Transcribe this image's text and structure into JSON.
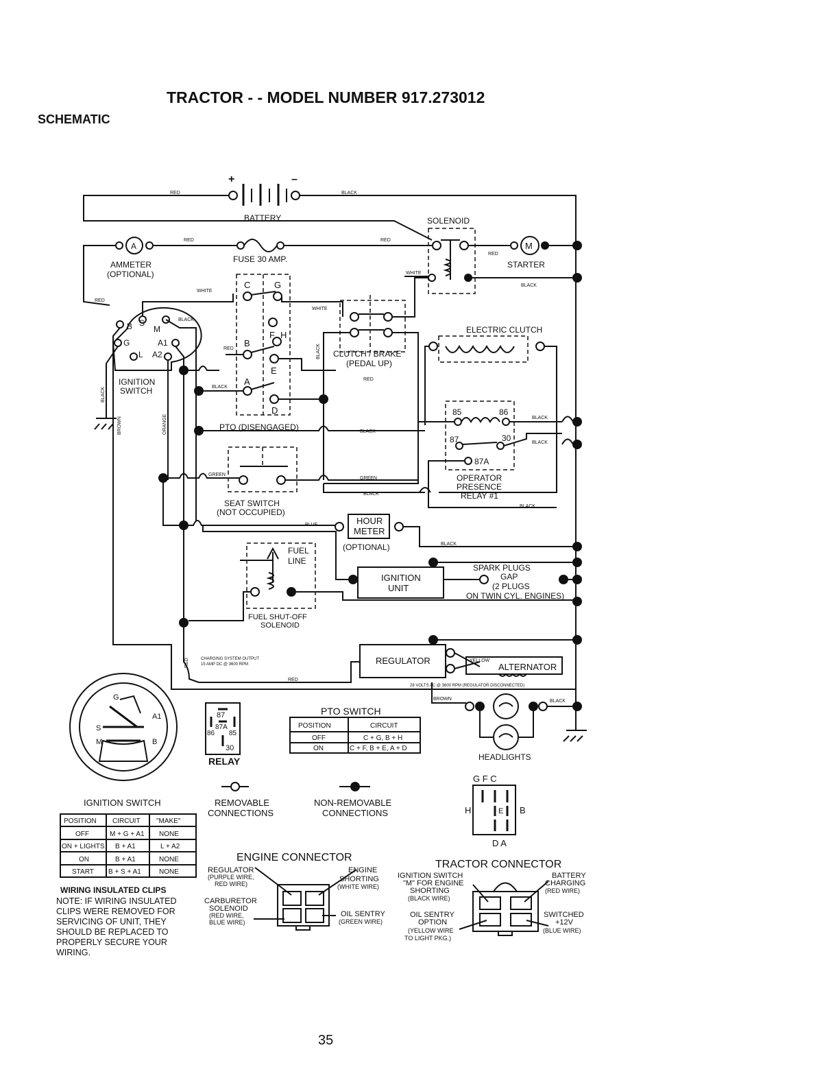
{
  "page": {
    "title": "TRACTOR - - MODEL NUMBER 917.273012",
    "section": "SCHEMATIC",
    "page_number": "35"
  },
  "components": {
    "battery": "BATTERY",
    "solenoid": "SOLENOID",
    "ammeter": "AMMETER",
    "ammeter_opt": "(OPTIONAL)",
    "ammeter_symbol": "A",
    "fuse": "FUSE 30 AMP.",
    "starter": "STARTER",
    "starter_symbol": "M",
    "ignition_switch": "IGNITION",
    "ignition_switch_2": "SWITCH",
    "electric_clutch": "ELECTRIC CLUTCH",
    "clutch_brake": "CLUTCH / BRAKE",
    "clutch_brake_2": "(PEDAL UP)",
    "pto": "PTO (DISENGAGED)",
    "seat_switch": "SEAT SWITCH",
    "seat_switch_2": "(NOT OCCUPIED)",
    "relay_title": "OPERATOR",
    "relay_title_2": "PRESENCE",
    "relay_title_3": "RELAY #1",
    "hour_meter": "HOUR",
    "hour_meter_2": "METER",
    "hour_meter_opt": "(OPTIONAL)",
    "fuel_line": "FUEL",
    "fuel_line_2": "LINE",
    "fuel_solenoid": "FUEL SHUT-OFF",
    "fuel_solenoid_2": "SOLENOID",
    "ignition_unit": "IGNITION",
    "ignition_unit_2": "UNIT",
    "spark_plugs": "SPARK PLUGS",
    "spark_plugs_2": "GAP",
    "spark_plugs_3": "(2 PLUGS",
    "spark_plugs_4": "ON TWIN CYL. ENGINES)",
    "regulator": "REGULATOR",
    "alternator": "ALTERNATOR",
    "charging_output": "CHARGING SYSTEM OUTPUT",
    "charging_output_2": "15 AMP DC @ 3600 RPM",
    "alt_note": "28 VOLTS AC @ 3600 RPM (REGULATOR DISCONNECTED)",
    "headlights": "HEADLIGHTS"
  },
  "terminals": {
    "ign": [
      "B",
      "S",
      "M",
      "G",
      "A1",
      "L",
      "A2"
    ],
    "pto": [
      "C",
      "G",
      "F",
      "H",
      "B",
      "E",
      "A",
      "D"
    ],
    "relay": [
      "85",
      "86",
      "87",
      "30",
      "87A"
    ]
  },
  "wires": {
    "red": "RED",
    "black": "BLACK",
    "white": "WHITE",
    "green": "GREEN",
    "blue": "BLUE",
    "brown": "BROWN",
    "orange": "ORANGE",
    "yellow": "YELLOW"
  },
  "legend": {
    "relay": "RELAY",
    "removable": "REMOVABLE",
    "removable_2": "CONNECTIONS",
    "non_removable": "NON-REMOVABLE",
    "non_removable_2": "CONNECTIONS"
  },
  "pto_table": {
    "title": "PTO SWITCH",
    "headers": [
      "POSITION",
      "CIRCUIT"
    ],
    "rows": [
      [
        "OFF",
        "C + G, B + H"
      ],
      [
        "ON",
        "C + F, B + E, A + D"
      ]
    ]
  },
  "ign_table": {
    "title": "IGNITION SWITCH",
    "headers": [
      "POSITION",
      "CIRCUIT",
      "\"MAKE\""
    ],
    "rows": [
      [
        "OFF",
        "M + G + A1",
        "NONE"
      ],
      [
        "ON + LIGHTS",
        "B + A1",
        "L + A2"
      ],
      [
        "ON",
        "B + A1",
        "NONE"
      ],
      [
        "START",
        "B + S + A1",
        "NONE"
      ]
    ]
  },
  "note": {
    "title": "WIRING INSULATED CLIPS",
    "lines": [
      "NOTE: IF WIRING INSULATED",
      "CLIPS WERE REMOVED FOR",
      "SERVICING OF UNIT, THEY",
      "SHOULD BE REPLACED TO",
      "PROPERLY SECURE YOUR",
      "WIRING."
    ]
  },
  "engine_connector": {
    "title": "ENGINE CONNECTOR",
    "regulator": [
      "REGULATOR",
      "(PURPLE WIRE,",
      "RED WIRE)"
    ],
    "carburetor": [
      "CARBURETOR",
      "SOLENOID",
      "(RED WIRE,",
      "BLUE WIRE)"
    ],
    "shorting": [
      "ENGINE",
      "SHORTING",
      "(WHITE WIRE)"
    ],
    "oil": [
      "OIL SENTRY",
      "(GREEN WIRE)"
    ]
  },
  "tractor_connector": {
    "title": "TRACTOR CONNECTOR",
    "ignition": [
      "IGNITION SWITCH",
      "\"M\" FOR ENGINE",
      "SHORTING",
      "(BLACK WIRE)"
    ],
    "oil": [
      "OIL SENTRY",
      "OPTION",
      "(YELLOW WIRE",
      "TO LIGHT PKG.)"
    ],
    "battery": [
      "BATTERY",
      "CHARGING",
      "(RED WIRE)"
    ],
    "switched": [
      "SWITCHED",
      "+12V",
      "(BLUE WIRE)"
    ]
  },
  "pto_pin_diagram": {
    "top": "G F C",
    "left": "H",
    "mid": "E",
    "right": "B",
    "bottom": "D A"
  }
}
